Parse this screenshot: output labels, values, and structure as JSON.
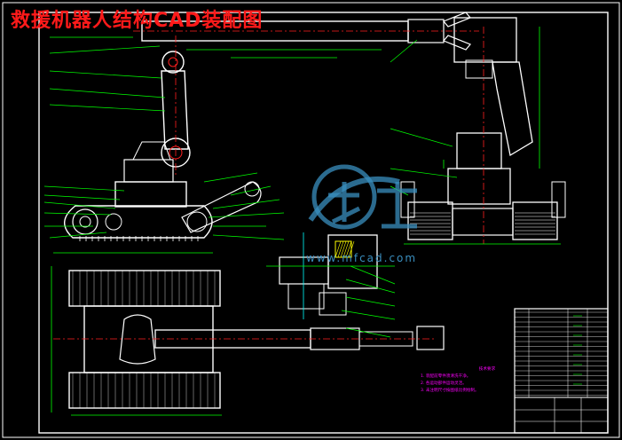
{
  "title": "救援机器人结构CAD装配图",
  "watermark_text": "www.mfcad.com",
  "tech_notes": {
    "heading": "技术要求",
    "lines": [
      "1. 装配前零件须清洗干净。",
      "2. 各运动部件运动灵活。",
      "3. 未注明尺寸按图纸比例绘制。"
    ]
  },
  "colors": {
    "background": "#000000",
    "outline": "#ffffff",
    "title": "#ff1a1a",
    "frame": "#ffffff",
    "centerline": "#ff2020",
    "dimension": "#00ff00",
    "leader": "#00ff00",
    "hatch": "#ffff00",
    "cyan_lines": "#00ffff",
    "notes": "#ff00ff",
    "watermark": "#3a8fbf"
  }
}
